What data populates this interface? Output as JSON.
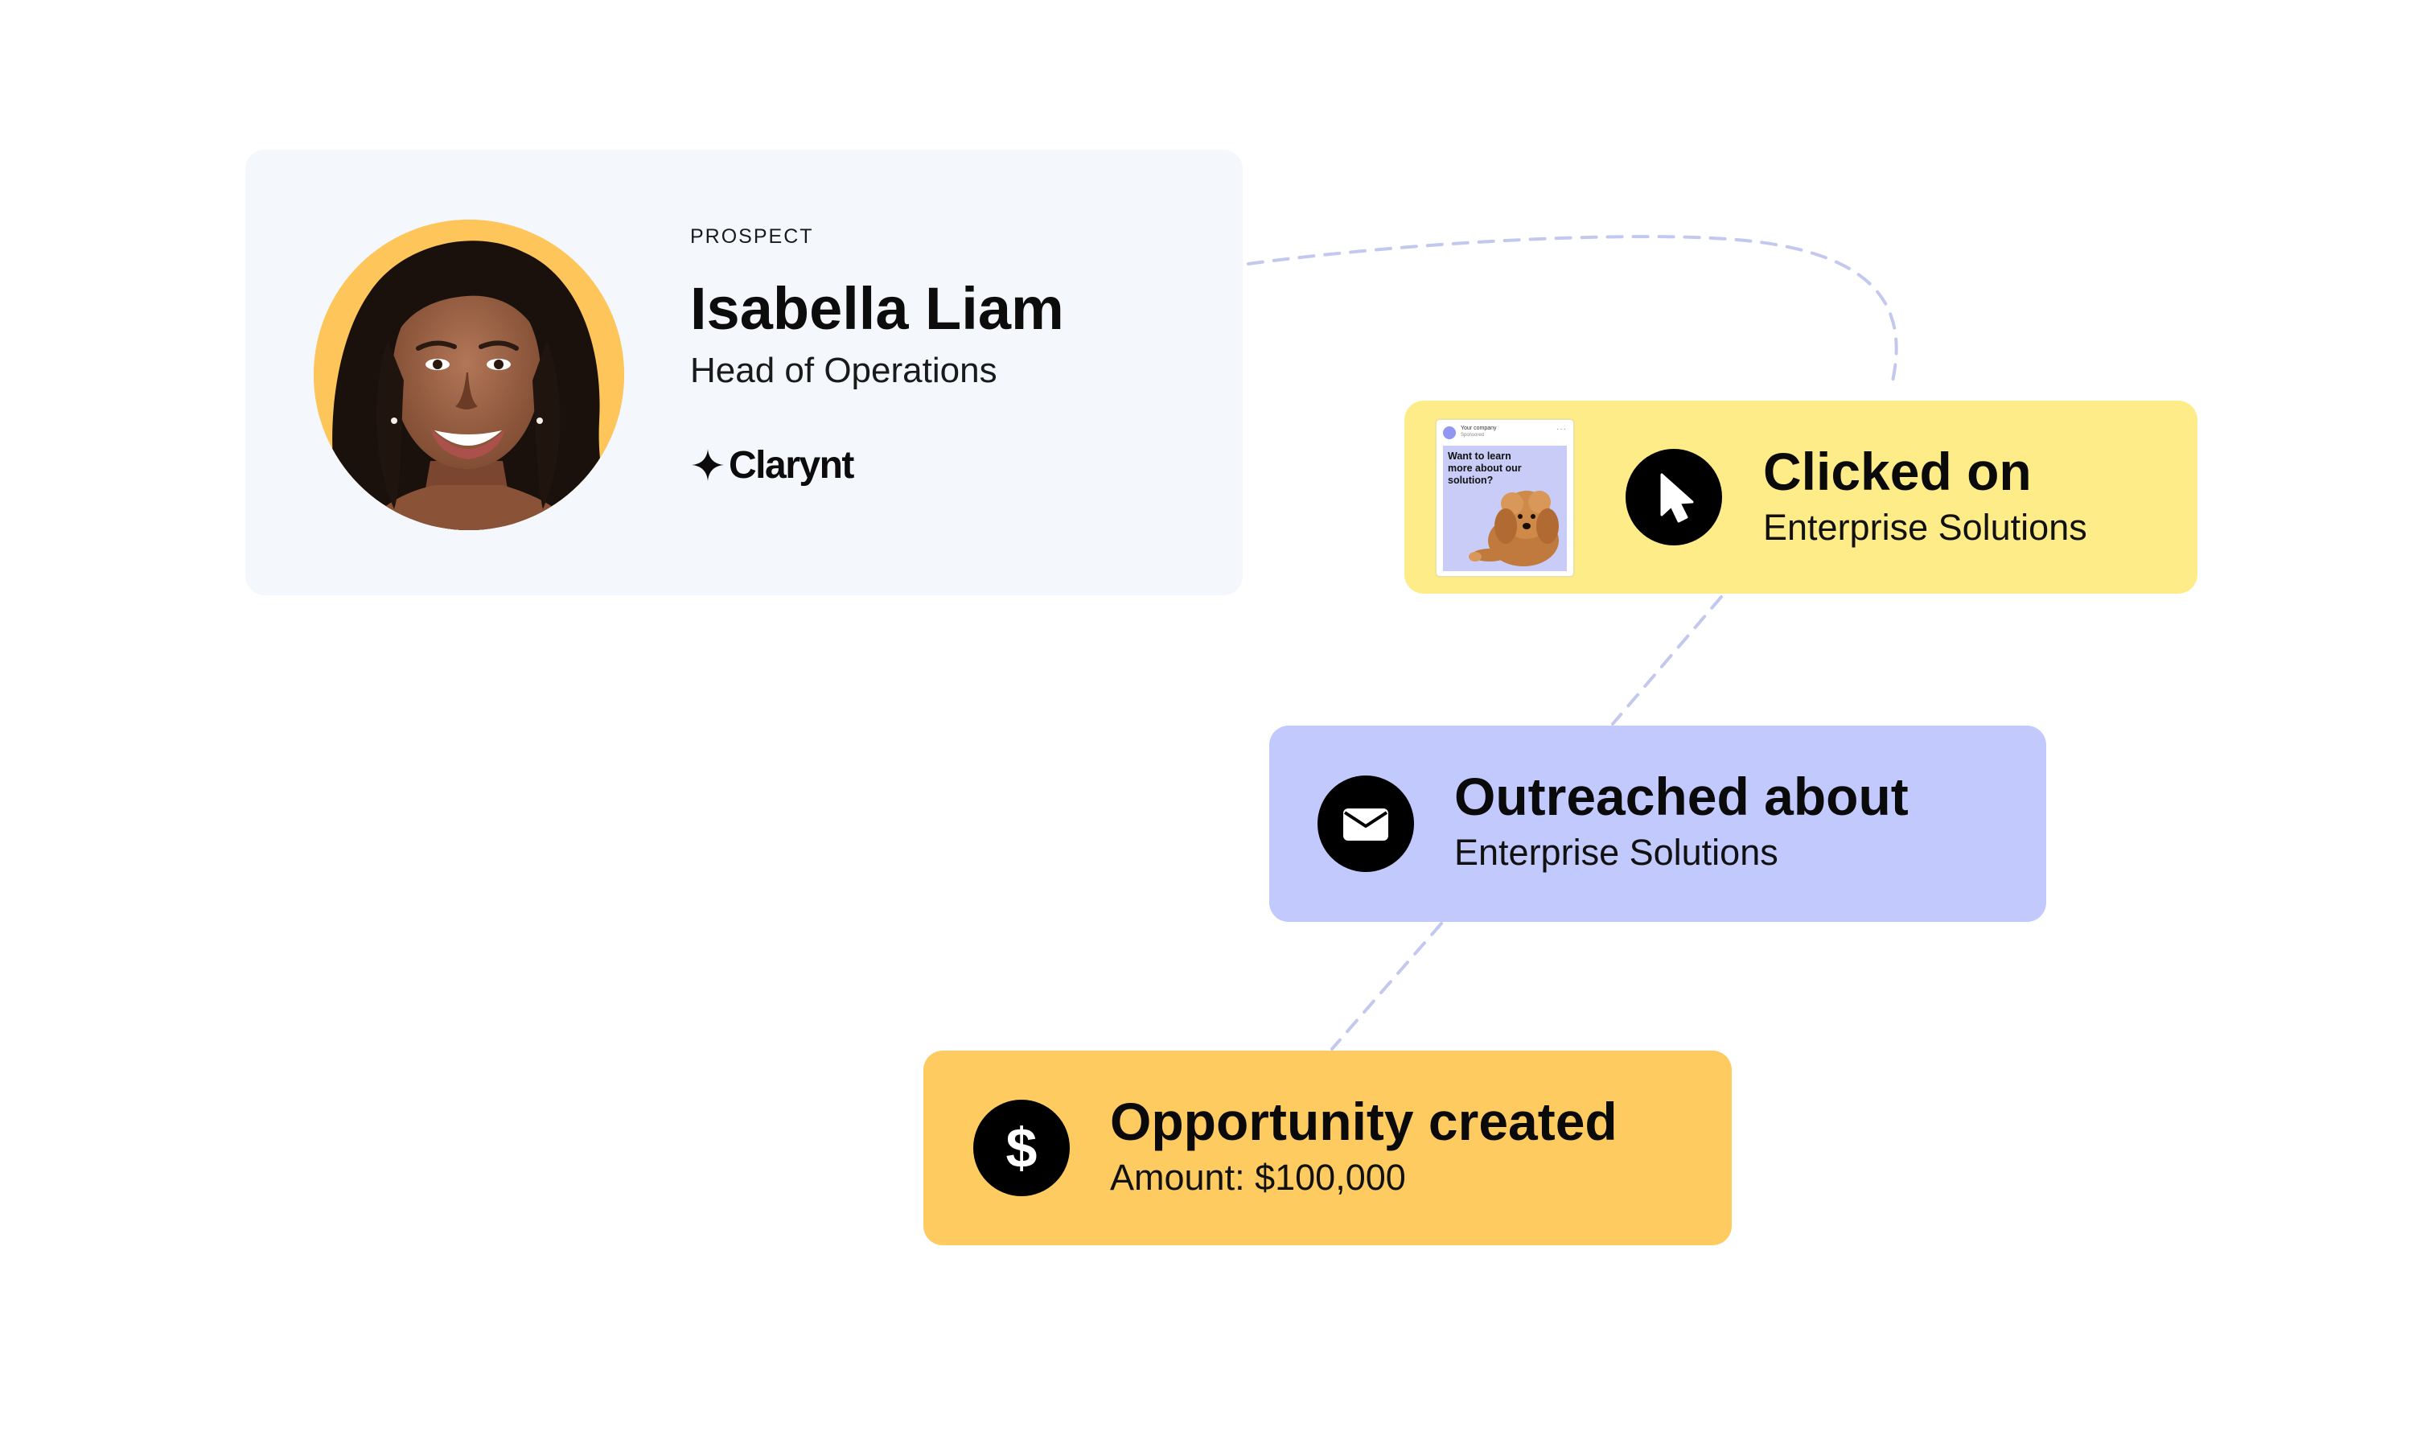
{
  "prospect": {
    "label": "PROSPECT",
    "name": "Isabella Liam",
    "role": "Head of Operations",
    "company": "Clarynt",
    "avatar_ring_color": "#fdc55a",
    "card_color": "#f4f7fc"
  },
  "events": [
    {
      "title": "Clicked on",
      "subtitle": "Enterprise Solutions",
      "icon": "cursor-icon",
      "color": "#feec88",
      "ad_preview": {
        "company": "Your company",
        "sponsored": "Sponsored",
        "headline": "Want to learn more about our solution?"
      }
    },
    {
      "title": "Outreached about",
      "subtitle": "Enterprise Solutions",
      "icon": "envelope-icon",
      "color": "#c2c9fd"
    },
    {
      "title": "Opportunity created",
      "subtitle": "Amount: $100,000",
      "icon": "dollar-icon",
      "color": "#fecb61"
    }
  ],
  "connector_color": "#c3c8ee"
}
